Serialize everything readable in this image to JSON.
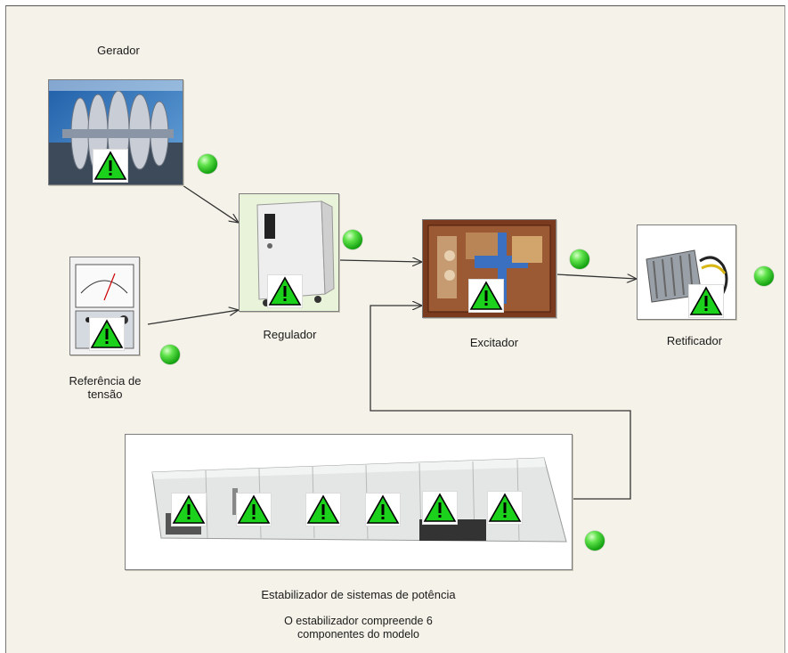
{
  "diagram": {
    "nodes": [
      {
        "id": "gerador",
        "label": "Gerador"
      },
      {
        "id": "regulador",
        "label": "Regulador"
      },
      {
        "id": "referencia",
        "label": "Referência de\ntensão"
      },
      {
        "id": "excitador",
        "label": "Excitador"
      },
      {
        "id": "retificador",
        "label": "Retificador"
      },
      {
        "id": "estabilizador",
        "label": "Estabilizador de sistemas de potência"
      }
    ],
    "note": "O estabilizador compreende 6\ncomponentes do modelo",
    "edges": [
      {
        "from": "gerador",
        "to": "regulador"
      },
      {
        "from": "referencia",
        "to": "regulador"
      },
      {
        "from": "regulador",
        "to": "excitador"
      },
      {
        "from": "excitador",
        "to": "retificador"
      },
      {
        "from": "estabilizador",
        "to": "excitador"
      }
    ],
    "status_color": "#22b21e",
    "warning_color": "#1bd11b"
  }
}
